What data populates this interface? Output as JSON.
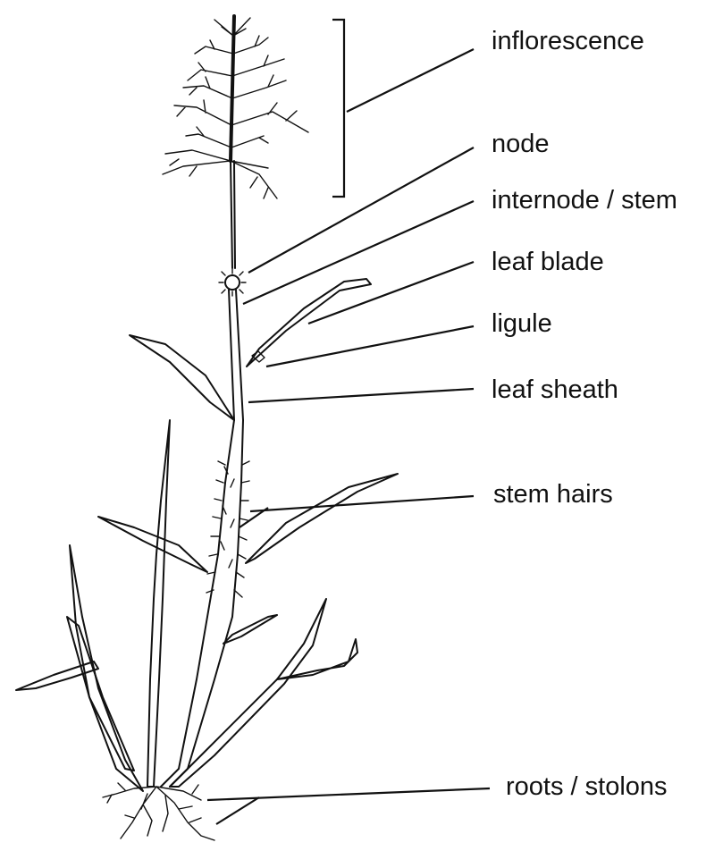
{
  "labels": {
    "inflorescence": "inflorescence",
    "node": "node",
    "internode": "internode / stem",
    "leaf_blade": "leaf blade",
    "ligule": "ligule",
    "leaf_sheath": "leaf sheath",
    "stem_hairs": "stem hairs",
    "roots": "roots / stolons"
  },
  "colors": {
    "ink": "#111111",
    "background": "#ffffff"
  }
}
